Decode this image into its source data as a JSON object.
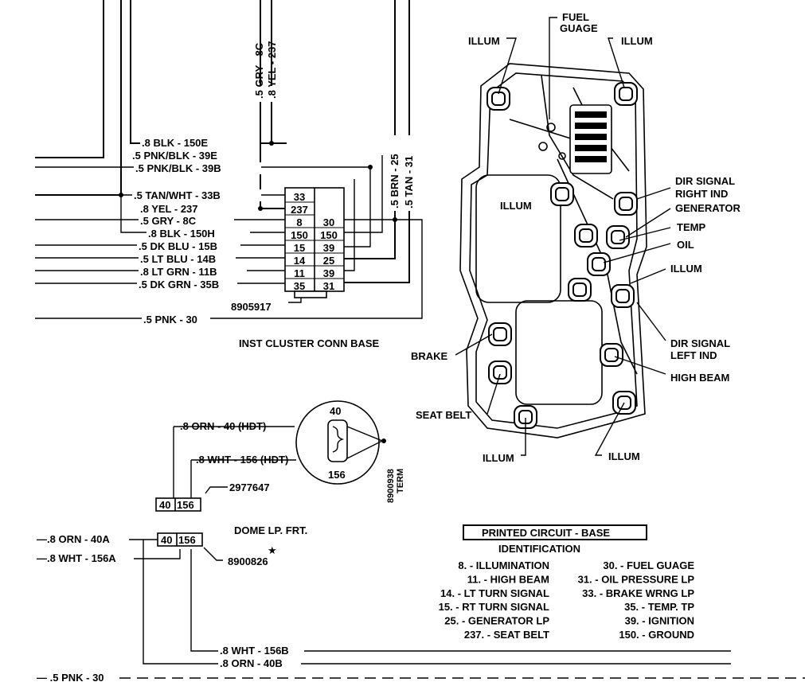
{
  "vertical_wires": {
    "gry_8c": ".5 GRY - 8C",
    "yel_237": ".8 YEL - 237",
    "brn_25": ".5 BRN - 25",
    "tan_31": ".5 TAN - 31"
  },
  "connector_wires": [
    ".8 BLK - 150E",
    ".5 PNK/BLK - 39E",
    ".5 PNK/BLK - 39B",
    ".5 TAN/WHT - 33B",
    ".8 YEL - 237",
    ".5 GRY - 8C",
    ".8 BLK - 150H",
    ".5 DK BLU - 15B",
    ".5 LT BLU - 14B",
    ".8 LT GRN - 11B",
    ".5 DK GRN - 35B",
    ".5 PNK - 30"
  ],
  "connector_pins_left": [
    "33",
    "237",
    "8",
    "150",
    "15",
    "14",
    "11",
    "35"
  ],
  "connector_pins_right": [
    "30",
    "150",
    "39",
    "25",
    "39",
    "31"
  ],
  "connector_part": "8905917",
  "connector_title": "INST CLUSTER CONN BASE",
  "cluster_labels": {
    "illum_tl": "ILLUM",
    "fuel": "FUEL\nGUAGE",
    "illum_tr": "ILLUM",
    "dir_right": "DIR SIGNAL\nRIGHT IND",
    "generator": "GENERATOR",
    "temp": "TEMP",
    "oil": "OIL",
    "illum_r": "ILLUM",
    "illum_center": "ILLUM",
    "dir_left": "DIR SIGNAL\nLEFT IND",
    "brake": "BRAKE",
    "high_beam": "HIGH BEAM",
    "seat_belt": "SEAT BELT",
    "illum_bl": "ILLUM",
    "illum_br": "ILLUM"
  },
  "dome": {
    "orn_wire": ".8 ORN - 40 (HDT)",
    "wht_wire": ".8 WHT - 156 (HDT)",
    "pin_top": "40",
    "pin_bottom": "156",
    "term_part": "8900938\nTERM",
    "conn_part": "2977647",
    "box_left": "40",
    "box_right": "156",
    "title": "DOME LP. FRT.",
    "star": "★"
  },
  "lower_conn": {
    "orn_wire": "—.8 ORN - 40A",
    "wht_wire": "—.8 WHT - 156A",
    "box_left": "40",
    "box_right": "156",
    "part": "8900826",
    "wht_b": ".8 WHT - 156B",
    "orn_b": ".8 ORN - 40B",
    "pnk": "— .5 PNK - 30"
  },
  "legend": {
    "title": "PRINTED CIRCUIT - BASE",
    "subtitle": "IDENTIFICATION",
    "left": [
      "8. - ILLUMINATION",
      "11. - HIGH BEAM",
      "14. - LT TURN SIGNAL",
      "15. - RT TURN SIGNAL",
      "25. - GENERATOR LP",
      "237. - SEAT BELT"
    ],
    "right": [
      "30. - FUEL GUAGE",
      "31. - OIL PRESSURE LP",
      "33. - BRAKE WRNG LP",
      "35. - TEMP. TP",
      "39. - IGNITION",
      "150. - GROUND"
    ]
  }
}
